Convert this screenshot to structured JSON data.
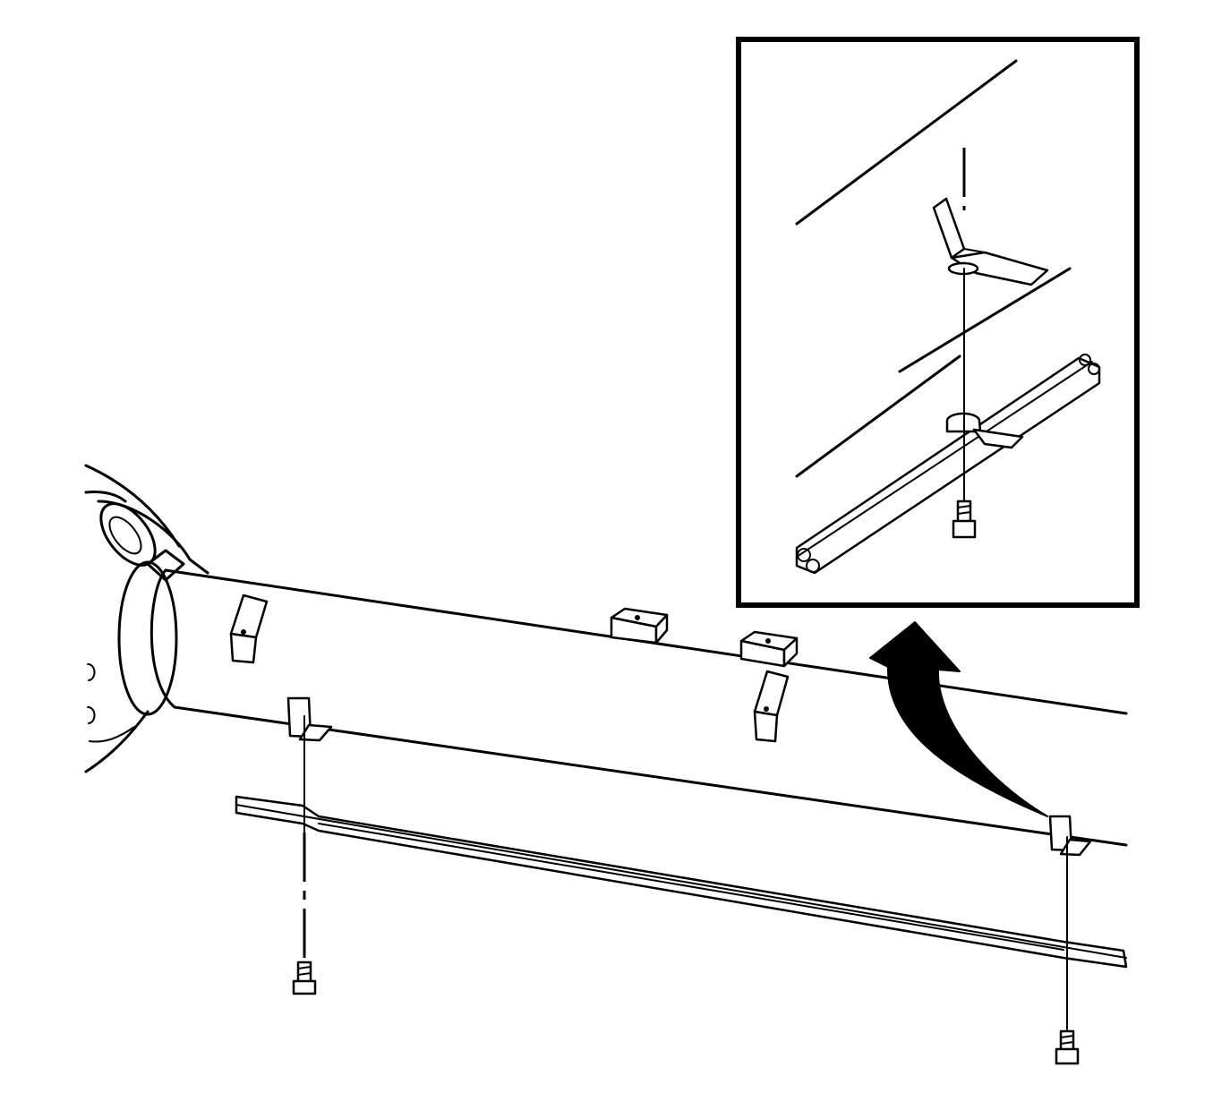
{
  "diagram": {
    "kind": "exploded-assembly-illustration",
    "line_color": "#000000",
    "background_color": "#ffffff",
    "parts": [
      {
        "name": "frame-side-rail",
        "count": 1
      },
      {
        "name": "mounting-bracket",
        "count": 5
      },
      {
        "name": "retaining-clip-nut",
        "count": 2
      },
      {
        "name": "brake-fuel-line-bundle",
        "count": 1
      },
      {
        "name": "bolt",
        "count": 2
      }
    ],
    "detail_inset": {
      "present": true,
      "callout": "curved-arrow-to-detail"
    }
  }
}
